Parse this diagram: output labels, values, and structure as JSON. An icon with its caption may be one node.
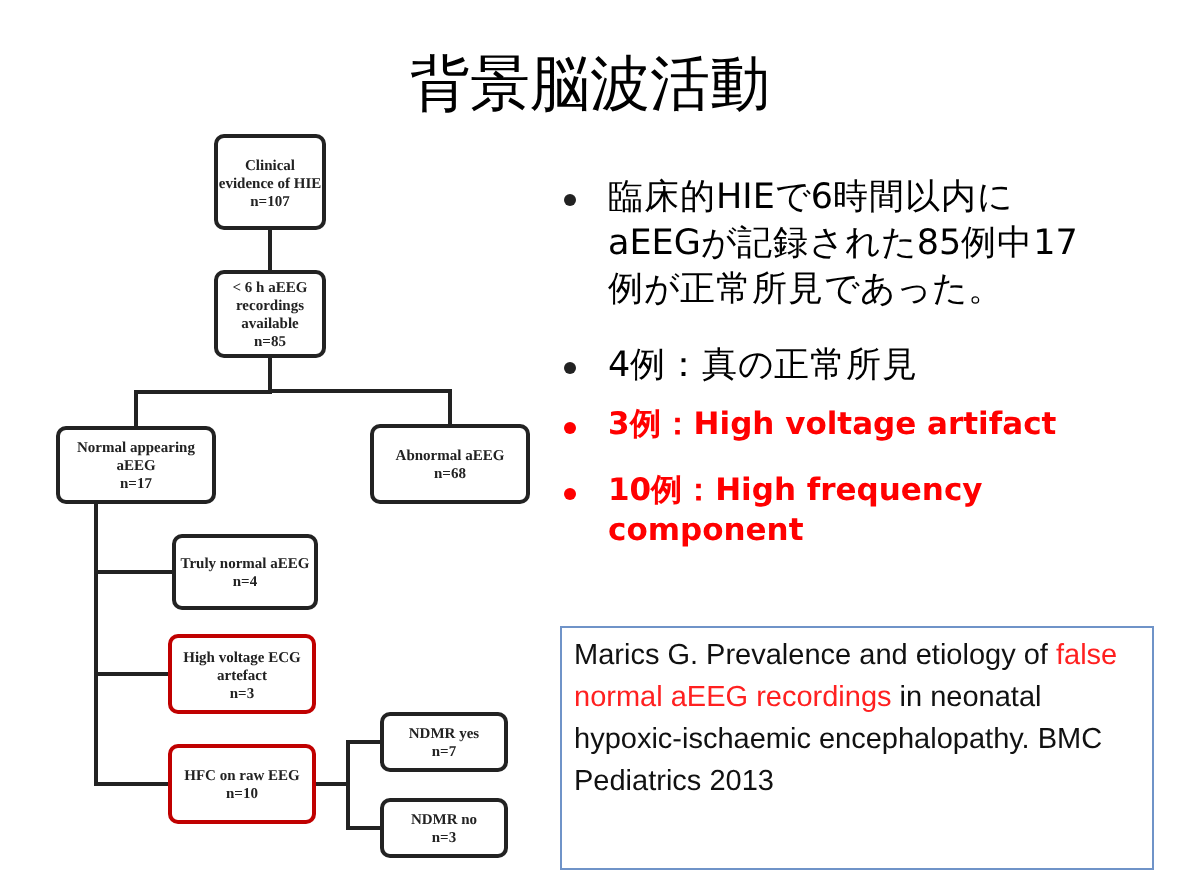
{
  "diagram": {
    "title": "背景脳波活動",
    "nodes": [
      {
        "text": [
          "Clinical evidence of HIE",
          "n=107"
        ]
      },
      {
        "text": [
          "< 6 h aEEG recordings available",
          "n=85"
        ]
      },
      {
        "text": [
          "Normal appearing aEEG",
          "n=17"
        ]
      },
      {
        "text": [
          "Abnormal aEEG",
          "n=68"
        ]
      },
      {
        "text": [
          "Truly normal aEEG",
          "n=4"
        ]
      },
      {
        "text": [
          "High voltage ECG artefact",
          "n=3"
        ]
      },
      {
        "text": [
          "HFC on raw EEG",
          "n=10"
        ]
      },
      {
        "text": [
          "NDMR yes",
          "n=7"
        ]
      },
      {
        "text": [
          "NDMR no",
          "n=3"
        ]
      },
      {
        "text": [
          "Marics G. Prevalence and etiology of",
          "false normal aEEG recordings",
          "in neonatal hypoxic-ischaemic encephalopathy. BMC Pediatrics 2013"
        ]
      }
    ],
    "edges": [
      {
        "from": 0,
        "to": 1,
        "arrow": "none"
      },
      {
        "from": 1,
        "to": 2,
        "arrow": "none"
      },
      {
        "from": 1,
        "to": 3,
        "arrow": "none"
      },
      {
        "from": 2,
        "to": 4,
        "arrow": "none"
      },
      {
        "from": 2,
        "to": 5,
        "arrow": "none"
      },
      {
        "from": 2,
        "to": 6,
        "arrow": "none"
      },
      {
        "from": 6,
        "to": 7,
        "arrow": "none"
      },
      {
        "from": 6,
        "to": 8,
        "arrow": "none"
      }
    ],
    "labels": [
      "臨床的HIEで6時間以内にaEEGが記録された85例中17例が正常所見であった。",
      "4例：真の正常所見",
      "3例：High voltage artifact",
      "10例：High frequency component"
    ]
  }
}
